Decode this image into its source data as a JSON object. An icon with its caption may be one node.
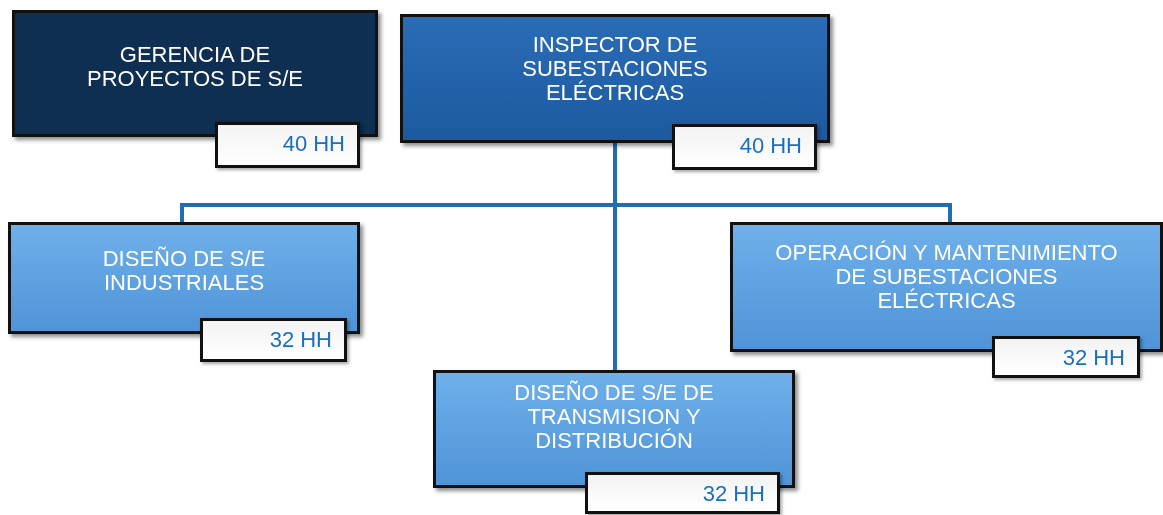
{
  "diagram": {
    "nodes": [
      {
        "text": [
          "GERENCIA DE PROYECTOS DE S/E"
        ],
        "beside": [
          "40 HH"
        ]
      },
      {
        "text": [
          "INSPECTOR DE SUBESTACIONES ELÉCTRICAS"
        ],
        "beside": [
          "40 HH"
        ]
      },
      {
        "text": [
          "DISEÑO DE S/E INDUSTRIALES"
        ],
        "beside": [
          "32 HH"
        ]
      },
      {
        "text": [
          "DISEÑO DE S/E DE TRANSMISION Y DISTRIBUCIÓN"
        ],
        "beside": [
          "32 HH"
        ]
      },
      {
        "text": [
          "OPERACIÓN Y MANTENIMIENTO DE SUBESTACIONES ELÉCTRICAS"
        ],
        "beside": [
          "32 HH"
        ]
      }
    ],
    "edges": [
      {
        "from": 1,
        "to": 2,
        "arrow": "none"
      },
      {
        "from": 1,
        "to": 3,
        "arrow": "none"
      },
      {
        "from": 1,
        "to": 4,
        "arrow": "none"
      }
    ]
  }
}
